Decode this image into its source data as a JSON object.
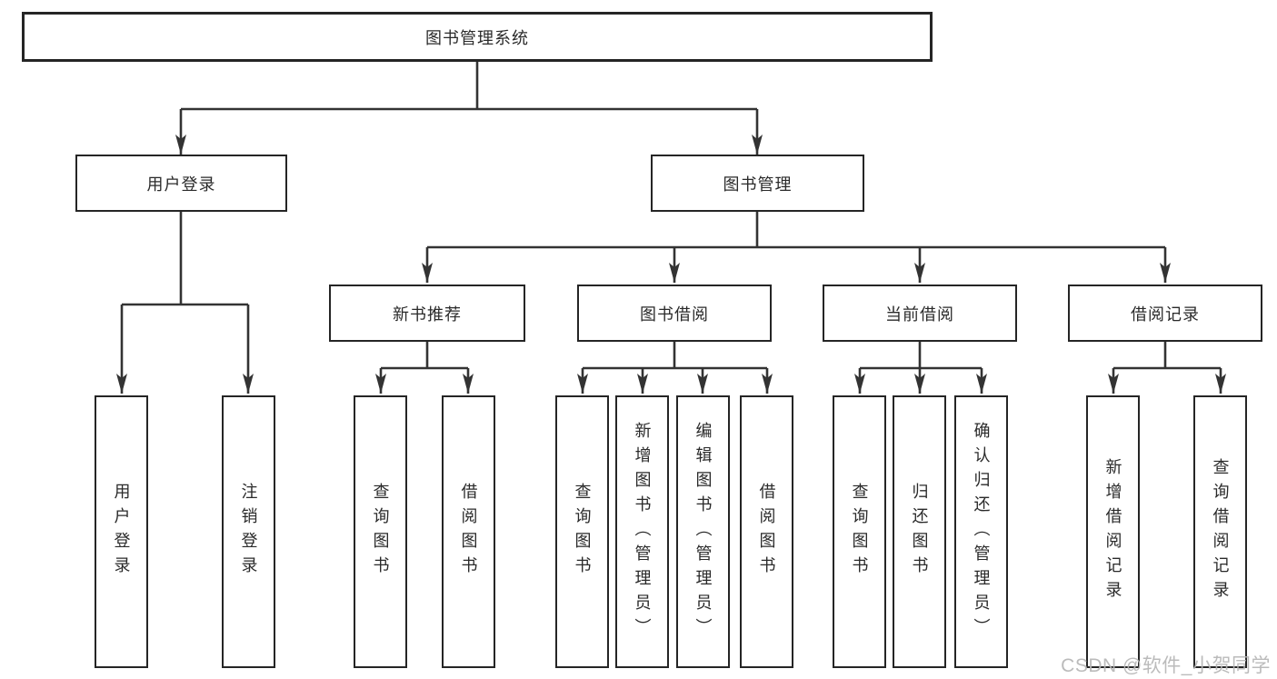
{
  "colors": {
    "line": "#333333",
    "border": "#252525",
    "text": "#2a2a2a",
    "bg": "#ffffff",
    "watermark": "#b6b6b6"
  },
  "diagram": {
    "root": "图书管理系统",
    "level2": [
      "用户登录",
      "图书管理"
    ],
    "level3": [
      "新书推荐",
      "图书借阅",
      "当前借阅",
      "借阅记录"
    ],
    "leaves_user_login": [
      "用户登录",
      "注销登录"
    ],
    "leaves_new_book": [
      "查询图书",
      "借阅图书"
    ],
    "leaves_book_borrow": [
      "查询图书",
      "新增图书（管理员）",
      "编辑图书（管理员）",
      "借阅图书"
    ],
    "leaves_current_borrow": [
      "查询图书",
      "归还图书",
      "确认归还（管理员）"
    ],
    "leaves_borrow_record": [
      "新增借阅记录",
      "查询借阅记录"
    ]
  },
  "watermark": {
    "text": "CSDN @软件_小贺同学"
  }
}
